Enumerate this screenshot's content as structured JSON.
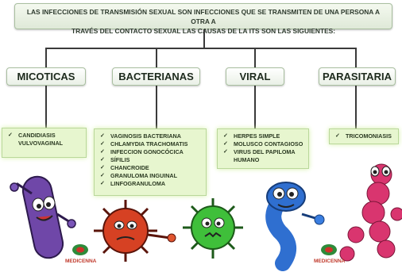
{
  "header": {
    "line1": "LAS INFECCIONES DE TRANSMISIÓN SEXUAL  SON INFECCIONES QUE SE TRANSMITEN DE UNA PERSONA A OTRA A",
    "line2": "TRAVÉS DEL CONTACTO SEXUAL LAS CAUSAS DE LA ITS SON LAS SIGUIENTES:"
  },
  "categories": [
    {
      "label": "MICOTICAS",
      "items": [
        "CANDIDIASIS VULVOVAGINAL"
      ]
    },
    {
      "label": "BACTERIANAS",
      "items": [
        "VAGINOSIS BACTERIANA",
        "CHLAMYDIA TRACHOMATIS",
        "INFECCION GONOCÓCICA",
        "SÍFILIS",
        "CHANCROIDE",
        "GRANULOMA INGUINAL",
        "LINFOGRANULOMA"
      ]
    },
    {
      "label": "VIRAL",
      "items": [
        "HERPES SIMPLE",
        "MOLUSCO CONTAGIOSO",
        "VIRUS DEL PAPILOMA HUMANO"
      ]
    },
    {
      "label": "PARASITARIA",
      "items": [
        "TRICOMONIASIS"
      ]
    }
  ],
  "logos": [
    {
      "text": "MEDICENNA"
    },
    {
      "text": "MEDICENNA"
    }
  ],
  "colors": {
    "fungus": "#6f47a8",
    "bacteria": "#d64123",
    "virus": "#3fbf3a",
    "worm": "#2f6fd0",
    "parasite": "#d9356f"
  }
}
